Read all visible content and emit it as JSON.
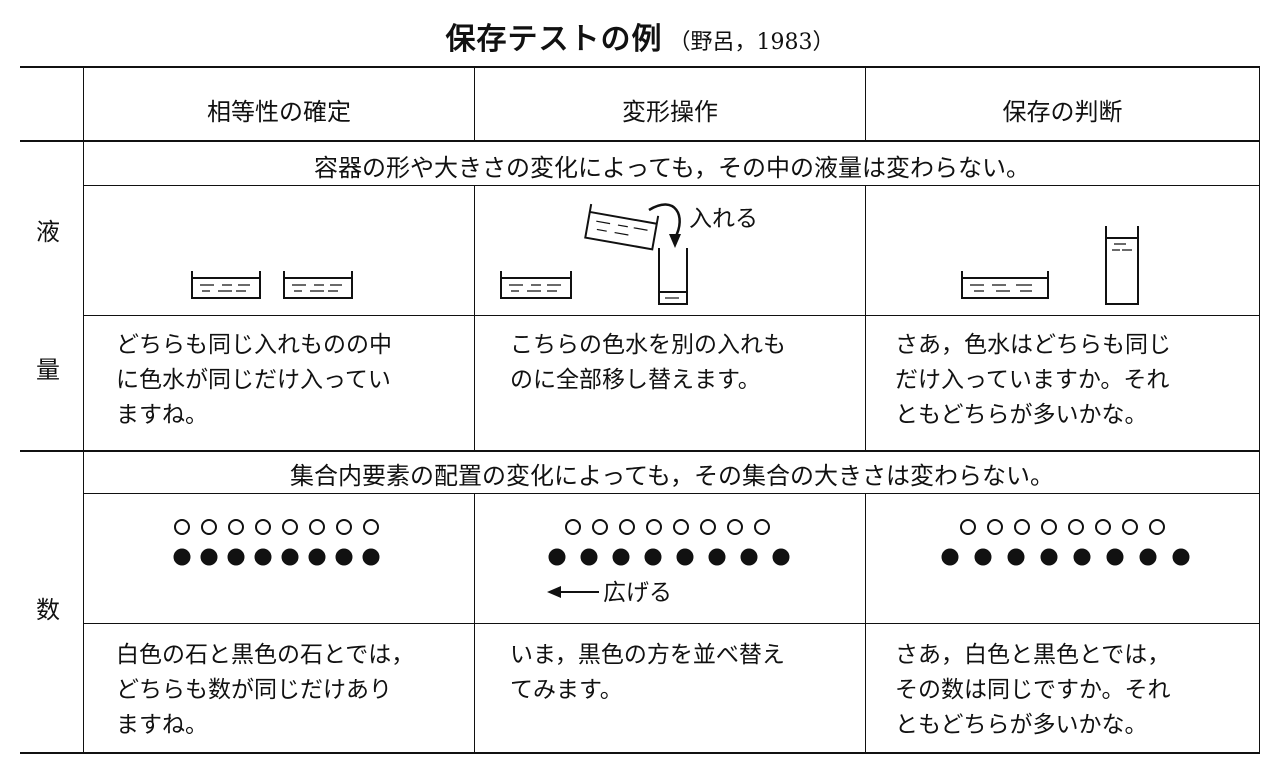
{
  "title": {
    "main": "保存テストの例",
    "citation": "（野呂，1983）"
  },
  "columns": [
    "相等性の確定",
    "変形操作",
    "保存の判断"
  ],
  "liquid": {
    "side_label_1": "液",
    "side_label_2": "量",
    "banner": "容器の形や大きさの変化によっても，その中の液量は変わらない。",
    "pour_label": "入れる",
    "texts": [
      [
        "どちらも同じ入れものの中",
        "に色水が同じだけ入ってい",
        "ますね。"
      ],
      [
        "こちらの色水を別の入れも",
        "のに全部移し替えます。"
      ],
      [
        "さあ，色水はどちらも同じ",
        "だけ入っていますか。それ",
        "ともどちらが多いかな。"
      ]
    ]
  },
  "number": {
    "side_label": "数",
    "banner": "集合内要素の配置の変化によっても，その集合の大きさは変わらない。",
    "spread_label": "広げる",
    "white_count": 8,
    "black_count": 8,
    "texts": [
      [
        "白色の石と黒色の石とでは，",
        "どちらも数が同じだけあり",
        "ますね。"
      ],
      [
        "いま，黒色の方を並べ替え",
        "てみます。"
      ],
      [
        "さあ，白色と黒色とでは，",
        "その数は同じですか。それ",
        "ともどちらが多いかな。"
      ]
    ]
  }
}
